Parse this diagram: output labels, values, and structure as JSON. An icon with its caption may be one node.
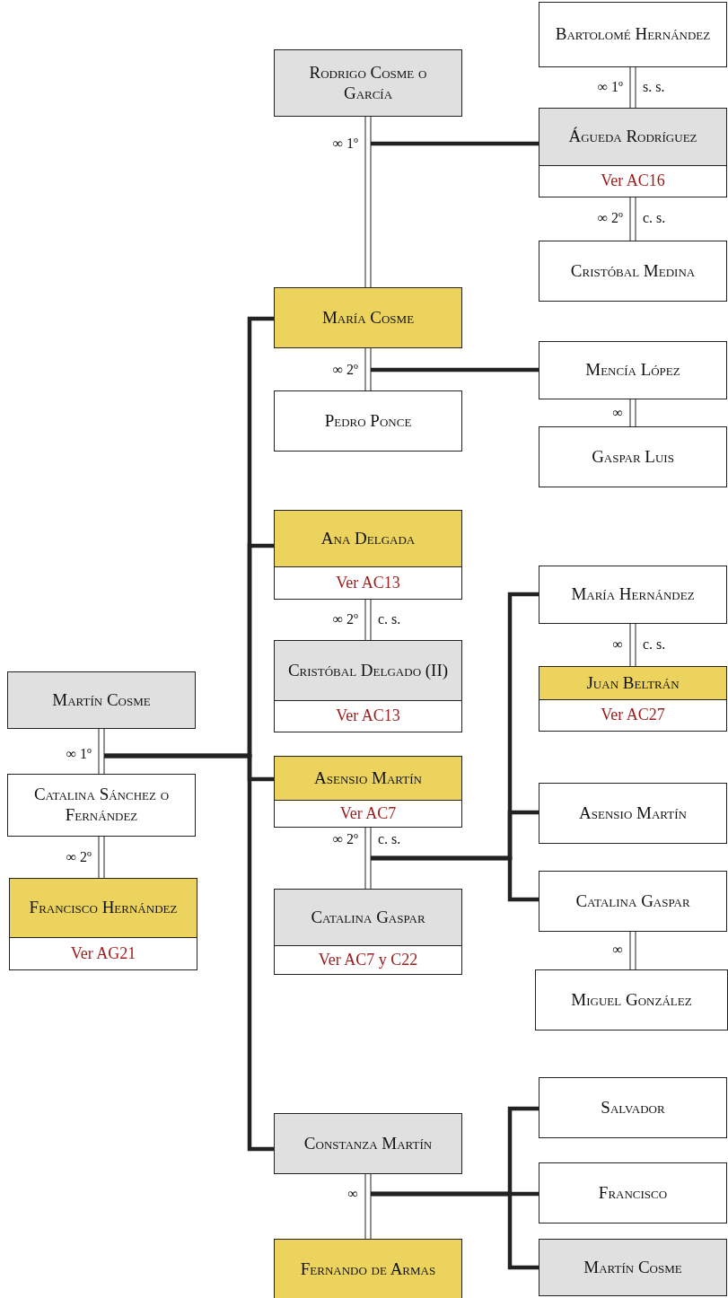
{
  "diagram": {
    "nodes": [
      {
        "text": [
          "Bartolomé Hernández"
        ]
      },
      {
        "text": [
          "Rodrigo Cosme o García"
        ]
      },
      {
        "text": [
          "Águeda Rodríguez",
          "Ver AC16"
        ]
      },
      {
        "text": [
          "Cristóbal Medina"
        ]
      },
      {
        "text": [
          "María Cosme"
        ]
      },
      {
        "text": [
          "Mencía López"
        ]
      },
      {
        "text": [
          "Pedro Ponce"
        ]
      },
      {
        "text": [
          "Gaspar Luis"
        ]
      },
      {
        "text": [
          "Ana Delgada",
          "Ver AC13"
        ]
      },
      {
        "text": [
          "María Hernández"
        ]
      },
      {
        "text": [
          "Cristóbal Delgado (II)",
          "Ver AC13"
        ]
      },
      {
        "text": [
          "Juan Beltrán",
          "Ver AC27"
        ]
      },
      {
        "text": [
          "Martín Cosme"
        ]
      },
      {
        "text": [
          "Catalina Sánchez o Fernández"
        ]
      },
      {
        "text": [
          "Asensio Martín",
          "Ver AC7"
        ]
      },
      {
        "text": [
          "Asensio Martín"
        ]
      },
      {
        "text": [
          "Catalina Gaspar",
          "Ver AC7 y C22"
        ]
      },
      {
        "text": [
          "Catalina Gaspar"
        ]
      },
      {
        "text": [
          "Francisco Hernández",
          "Ver AG21"
        ]
      },
      {
        "text": [
          "Miguel González"
        ]
      },
      {
        "text": [
          "Salvador"
        ]
      },
      {
        "text": [
          "Constanza Martín"
        ]
      },
      {
        "text": [
          "Francisco"
        ]
      },
      {
        "text": [
          "Fernando de Armas"
        ]
      },
      {
        "text": [
          "Martín Cosme"
        ]
      }
    ],
    "edges": [
      {
        "from": 0,
        "to": 2,
        "arrow": "none",
        "label": "∞ 1º"
      },
      {
        "from": 2,
        "to": 3,
        "arrow": "none",
        "label": "∞ 2º"
      },
      {
        "from": 1,
        "to": 4,
        "arrow": "none",
        "label": "∞ 1º"
      },
      {
        "from": null,
        "to": 2,
        "arrow": "none",
        "style": "thick"
      },
      {
        "from": 4,
        "to": 6,
        "arrow": "none",
        "label": "∞ 2º"
      },
      {
        "from": null,
        "to": 5,
        "arrow": "none",
        "style": "thick"
      },
      {
        "from": 5,
        "to": 7,
        "arrow": "none",
        "label": "∞"
      },
      {
        "from": 8,
        "to": 10,
        "arrow": "none",
        "label": "∞ 2º"
      },
      {
        "from": 12,
        "to": 13,
        "arrow": "none",
        "label": "∞ 1º"
      },
      {
        "from": 13,
        "to": 18,
        "arrow": "none",
        "label": "∞ 2º"
      },
      {
        "from": null,
        "to": 4,
        "arrow": "none",
        "style": "thick"
      },
      {
        "from": null,
        "to": 8,
        "arrow": "none",
        "style": "thick"
      },
      {
        "from": null,
        "to": 14,
        "arrow": "none",
        "style": "thick"
      },
      {
        "from": null,
        "to": 21,
        "arrow": "none",
        "style": "thick"
      },
      {
        "from": 14,
        "to": 16,
        "arrow": "none",
        "label": "∞ 2º"
      },
      {
        "from": null,
        "to": 9,
        "arrow": "none",
        "style": "thick"
      },
      {
        "from": null,
        "to": 15,
        "arrow": "none",
        "style": "thick"
      },
      {
        "from": null,
        "to": 17,
        "arrow": "none",
        "style": "thick"
      },
      {
        "from": 9,
        "to": 11,
        "arrow": "none",
        "label": "∞"
      },
      {
        "from": 17,
        "to": 19,
        "arrow": "none",
        "label": "∞"
      },
      {
        "from": 21,
        "to": 23,
        "arrow": "none",
        "label": "∞"
      },
      {
        "from": null,
        "to": 20,
        "arrow": "none",
        "style": "thick"
      },
      {
        "from": null,
        "to": 22,
        "arrow": "none",
        "style": "thick"
      },
      {
        "from": null,
        "to": 24,
        "arrow": "none",
        "style": "thick"
      }
    ],
    "labels": [
      "s. s.",
      "c. s.",
      "c. s.",
      "c. s.",
      "c. s."
    ]
  }
}
